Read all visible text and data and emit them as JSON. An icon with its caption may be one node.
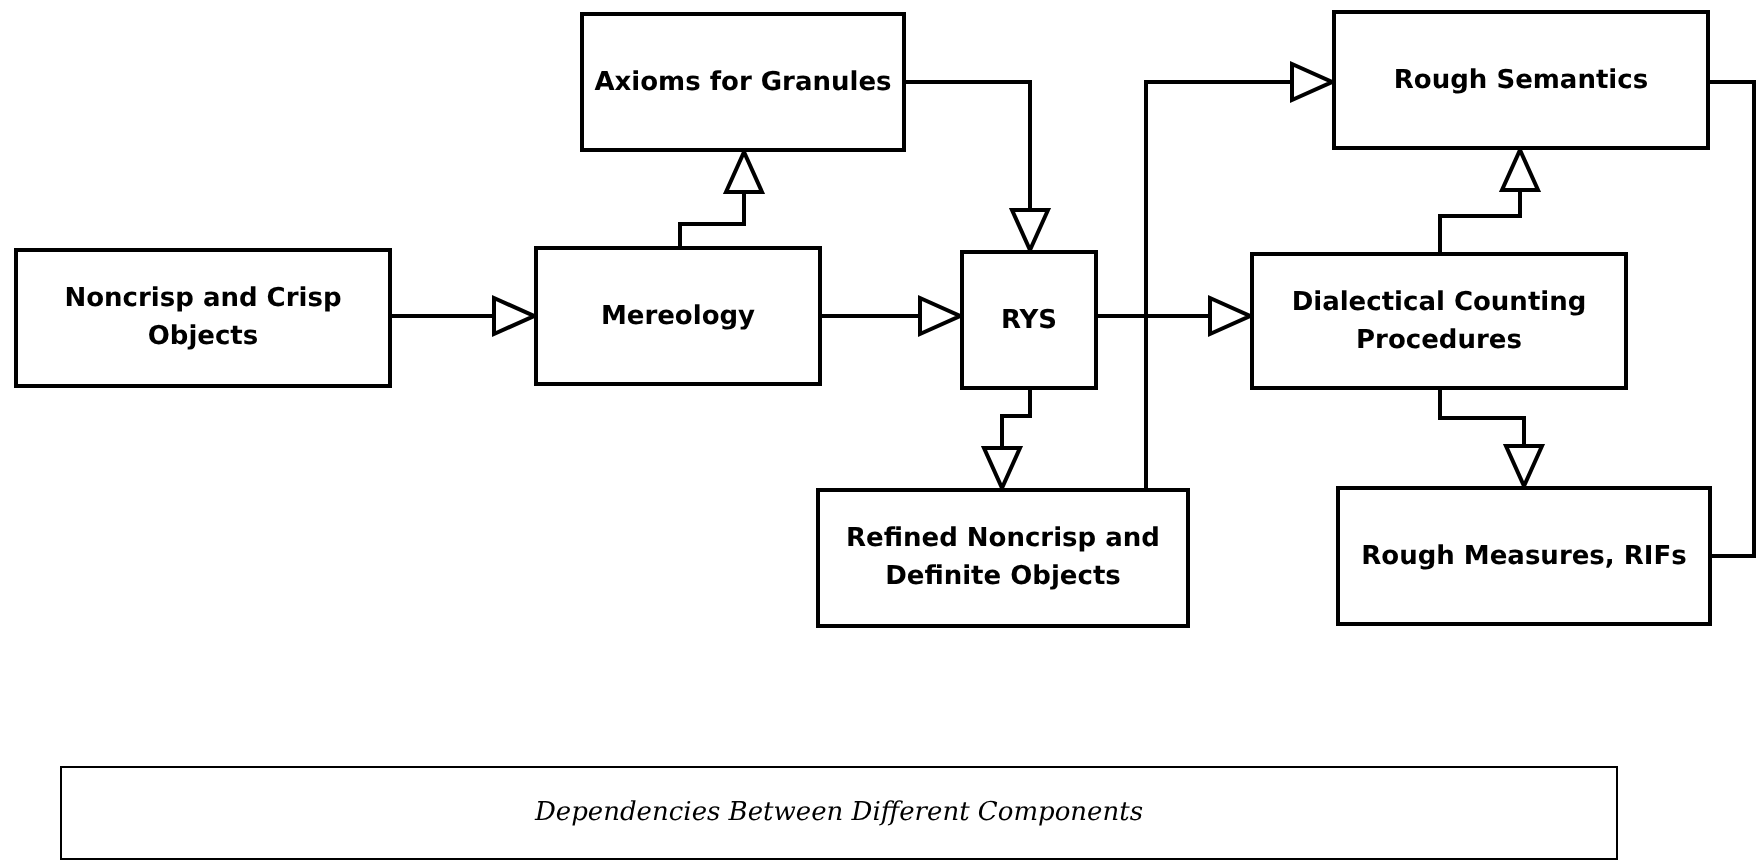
{
  "diagram": {
    "caption": "Dependencies Between Different Components",
    "nodes": [
      {
        "text": [
          "Noncrisp and Crisp Objects"
        ]
      },
      {
        "text": [
          "Axioms for Granules"
        ]
      },
      {
        "text": [
          "Mereology"
        ]
      },
      {
        "text": [
          "RYS"
        ]
      },
      {
        "text": [
          "Refined Noncrisp and Definite Objects"
        ]
      },
      {
        "text": [
          "Rough Semantics"
        ]
      },
      {
        "text": [
          "Dialectical Counting Procedures"
        ]
      },
      {
        "text": [
          "Rough Measures, RIFs"
        ]
      }
    ],
    "edges": [
      {
        "from": 0,
        "to": 2,
        "arrow": "to"
      },
      {
        "from": 2,
        "to": 1,
        "arrow": "to"
      },
      {
        "from": 2,
        "to": 3,
        "arrow": "to"
      },
      {
        "from": 1,
        "to": 3,
        "arrow": "to"
      },
      {
        "from": 3,
        "to": 4,
        "arrow": "to"
      },
      {
        "from": 3,
        "to": 6,
        "arrow": "to"
      },
      {
        "from": 4,
        "to": 5,
        "arrow": "to"
      },
      {
        "from": 6,
        "to": 5,
        "arrow": "to"
      },
      {
        "from": 6,
        "to": 7,
        "arrow": "to"
      },
      {
        "from": 5,
        "to": 7,
        "arrow": "none"
      }
    ]
  }
}
